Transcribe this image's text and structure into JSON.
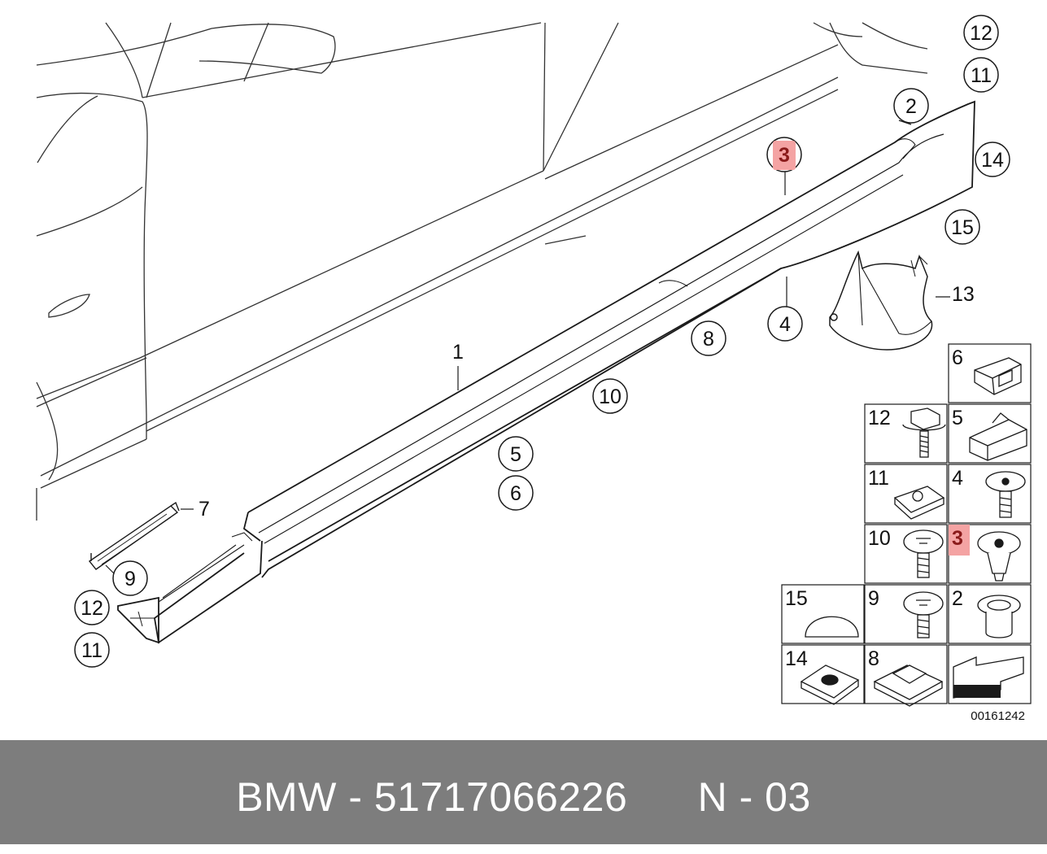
{
  "callouts": [
    "1",
    "2",
    "3",
    "4",
    "5",
    "6",
    "7",
    "8",
    "9",
    "10",
    "11",
    "11",
    "12",
    "12",
    "13",
    "14",
    "15"
  ],
  "legend": {
    "cells": [
      "6",
      "12",
      "5",
      "11",
      "4",
      "10",
      "3",
      "15",
      "9",
      "2",
      "14",
      "8"
    ]
  },
  "drawing_code": "00161242",
  "footer": {
    "brand": "BMW",
    "separator": "-",
    "part_number": "51717066226",
    "position": "N - 03"
  },
  "colors": {
    "highlight": "#f4a3a3",
    "footer_bg": "#7d7d7d",
    "line": "#1a1a1a"
  }
}
